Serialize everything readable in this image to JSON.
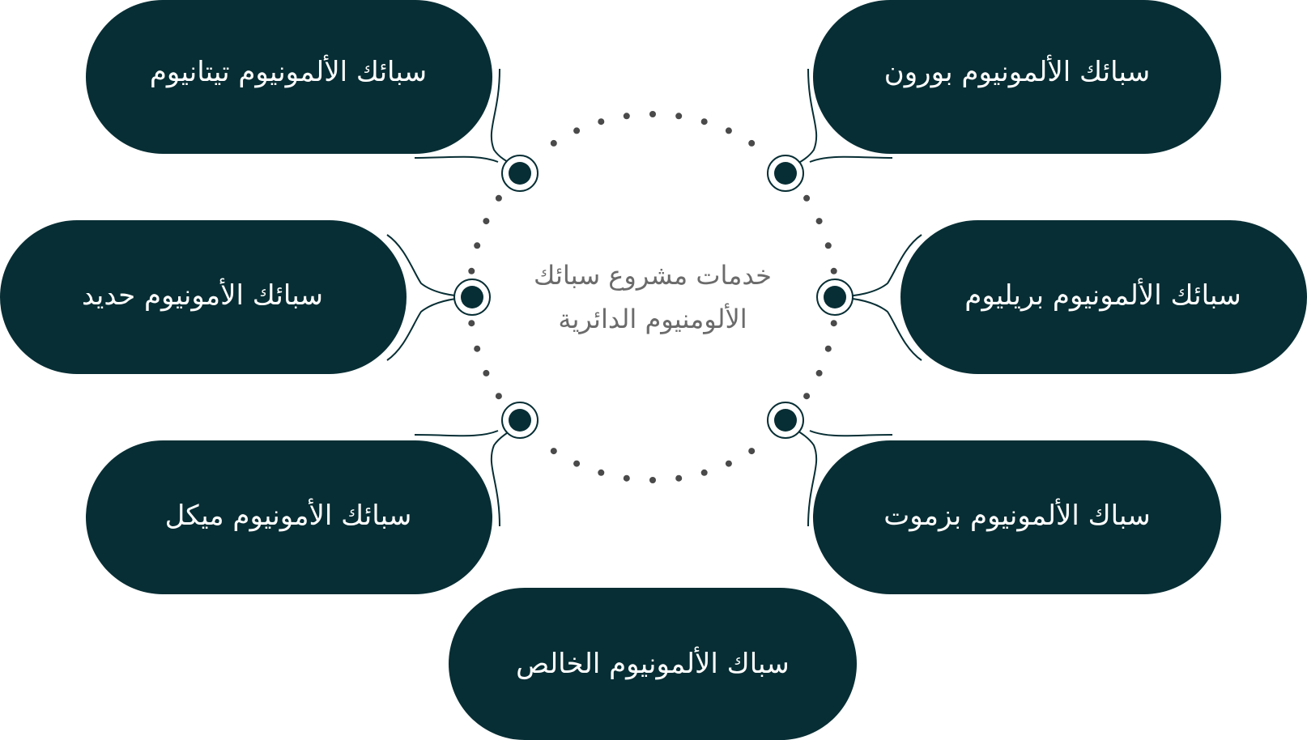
{
  "center": {
    "line1": "خدمات مشروع سبائك",
    "line2": "الألومنيوم الدائرية"
  },
  "items": [
    {
      "label": "سبائك الألمونيوم تيتانيوم"
    },
    {
      "label": "سبائك الألمونيوم بورون"
    },
    {
      "label": "سبائك الأمونيوم حديد"
    },
    {
      "label": "سبائك الألمونيوم بريليوم"
    },
    {
      "label": "سبائك الأمونيوم ميكل"
    },
    {
      "label": "سباك الألمونيوم بزموت"
    },
    {
      "label": "سباك الألمونيوم الخالص"
    }
  ],
  "colors": {
    "pill": "#072e34",
    "dots": "#4a4a4a",
    "connector": "#072e34",
    "center_text": "#6b6b6b"
  }
}
